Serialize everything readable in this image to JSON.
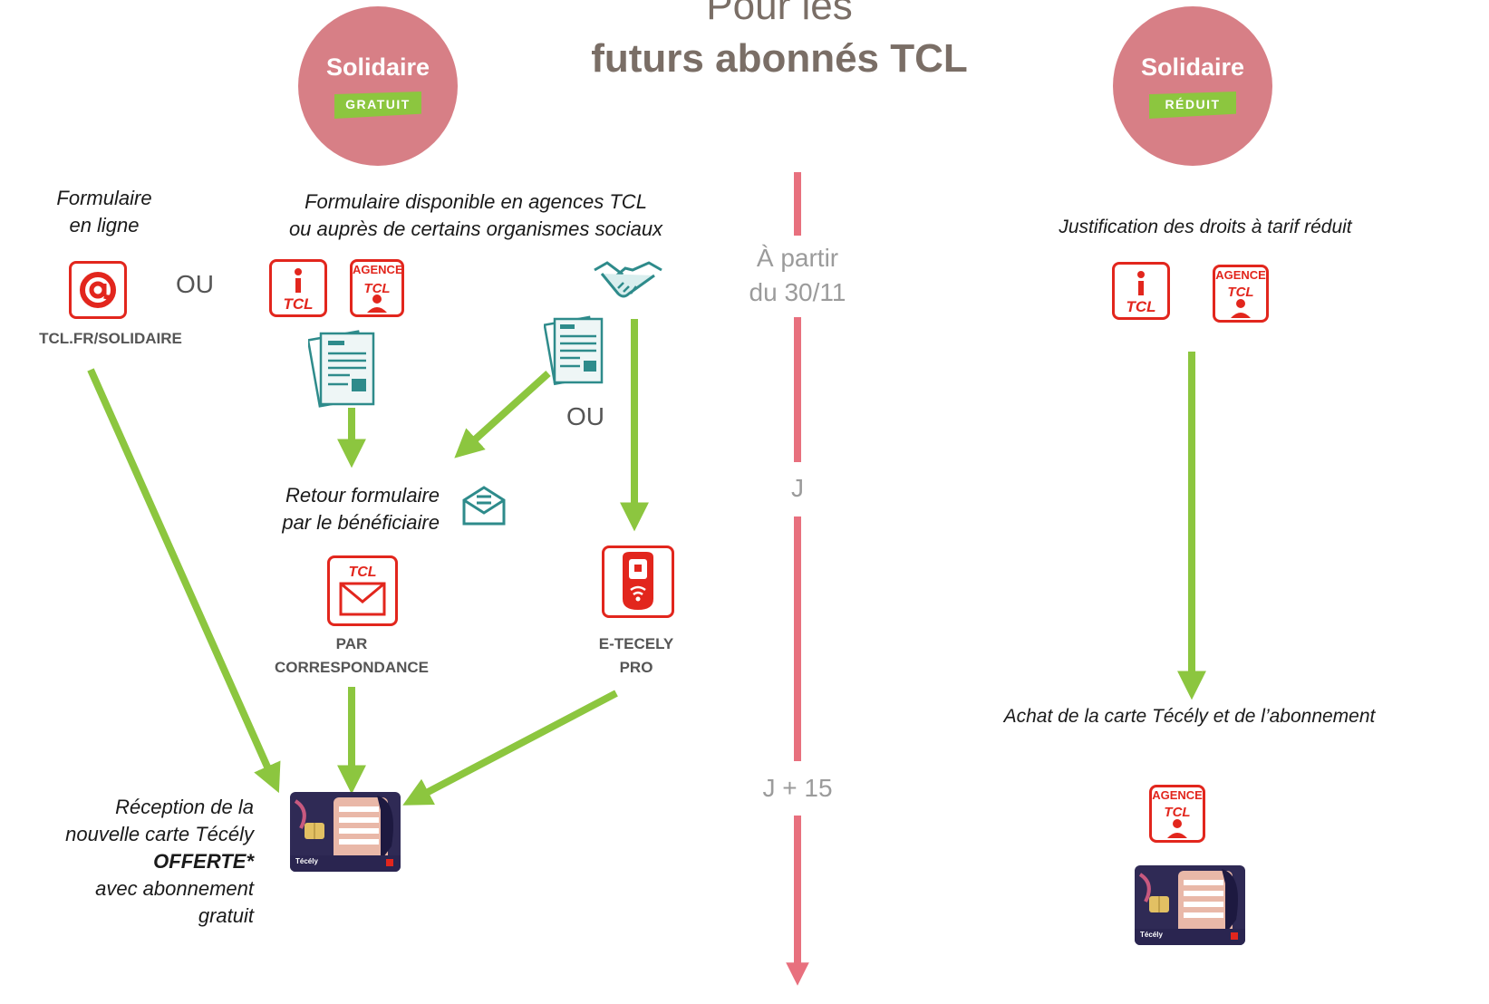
{
  "title": {
    "line1": "Pour les",
    "line2": "futurs abonnés TCL"
  },
  "left_badge": {
    "name": "Solidaire",
    "ribbon": "GRATUIT"
  },
  "right_badge": {
    "name": "Solidaire",
    "ribbon": "RÉDUIT"
  },
  "online": {
    "label_line1": "Formulaire",
    "label_line2": "en ligne",
    "url": "TCL.FR/SOLIDAIRE"
  },
  "ou_labels": {
    "first": "OU",
    "second": "OU"
  },
  "agencies_form": {
    "line1": "Formulaire disponible en agences TCL",
    "line2": "ou auprès de certains organismes sociaux"
  },
  "agence_label": "AGENCE",
  "return_form": {
    "line1": "Retour formulaire",
    "line2": "par le bénéficiaire"
  },
  "correspondance": {
    "line1": "PAR",
    "line2": "CORRESPONDANCE"
  },
  "etecely": {
    "line1": "E-TECELY",
    "line2": "PRO"
  },
  "reception": {
    "line1": "Réception de la",
    "line2": "nouvelle carte Técély",
    "line3": "OFFERTE*",
    "line4": "avec abonnement",
    "line5": "gratuit"
  },
  "timeline": {
    "start_line1": "À partir",
    "start_line2": "du 30/11",
    "j": "J",
    "j15": "J + 15"
  },
  "justification": "Justification des droits à tarif réduit",
  "achat": "Achat de la carte Técély et de l’abonnement",
  "card_label": "Técély",
  "colors": {
    "arrow_green": "#8cc63f",
    "timeline_pink": "#e8707e",
    "badge_pink": "#d77f86",
    "tcl_red": "#e2261d",
    "teal": "#2e8b8b"
  }
}
